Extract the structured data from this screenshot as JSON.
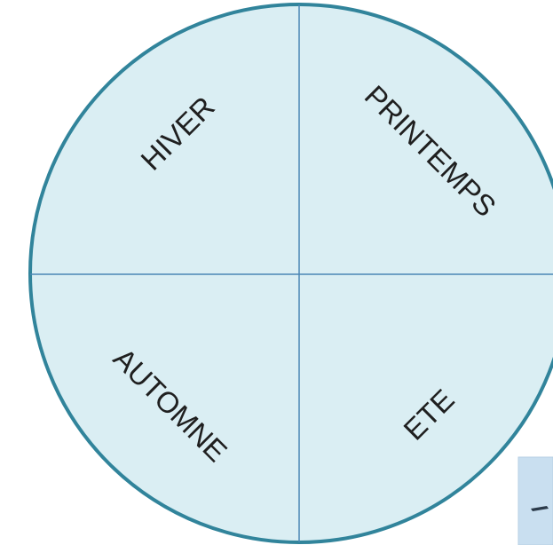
{
  "diagram": {
    "quadrants": [
      {
        "id": "top-left",
        "label": "HIVER"
      },
      {
        "id": "top-right",
        "label": "PRINTEMPS"
      },
      {
        "id": "bottom-left",
        "label": "AUTOMNE"
      },
      {
        "id": "bottom-right",
        "label": "ETE"
      }
    ],
    "colors": {
      "circle_fill": "#daeef3",
      "circle_stroke": "#31849b",
      "divider": "#4a86b5",
      "text": "#1f1f1f",
      "corner_image_fill": "#c9dff0"
    }
  }
}
